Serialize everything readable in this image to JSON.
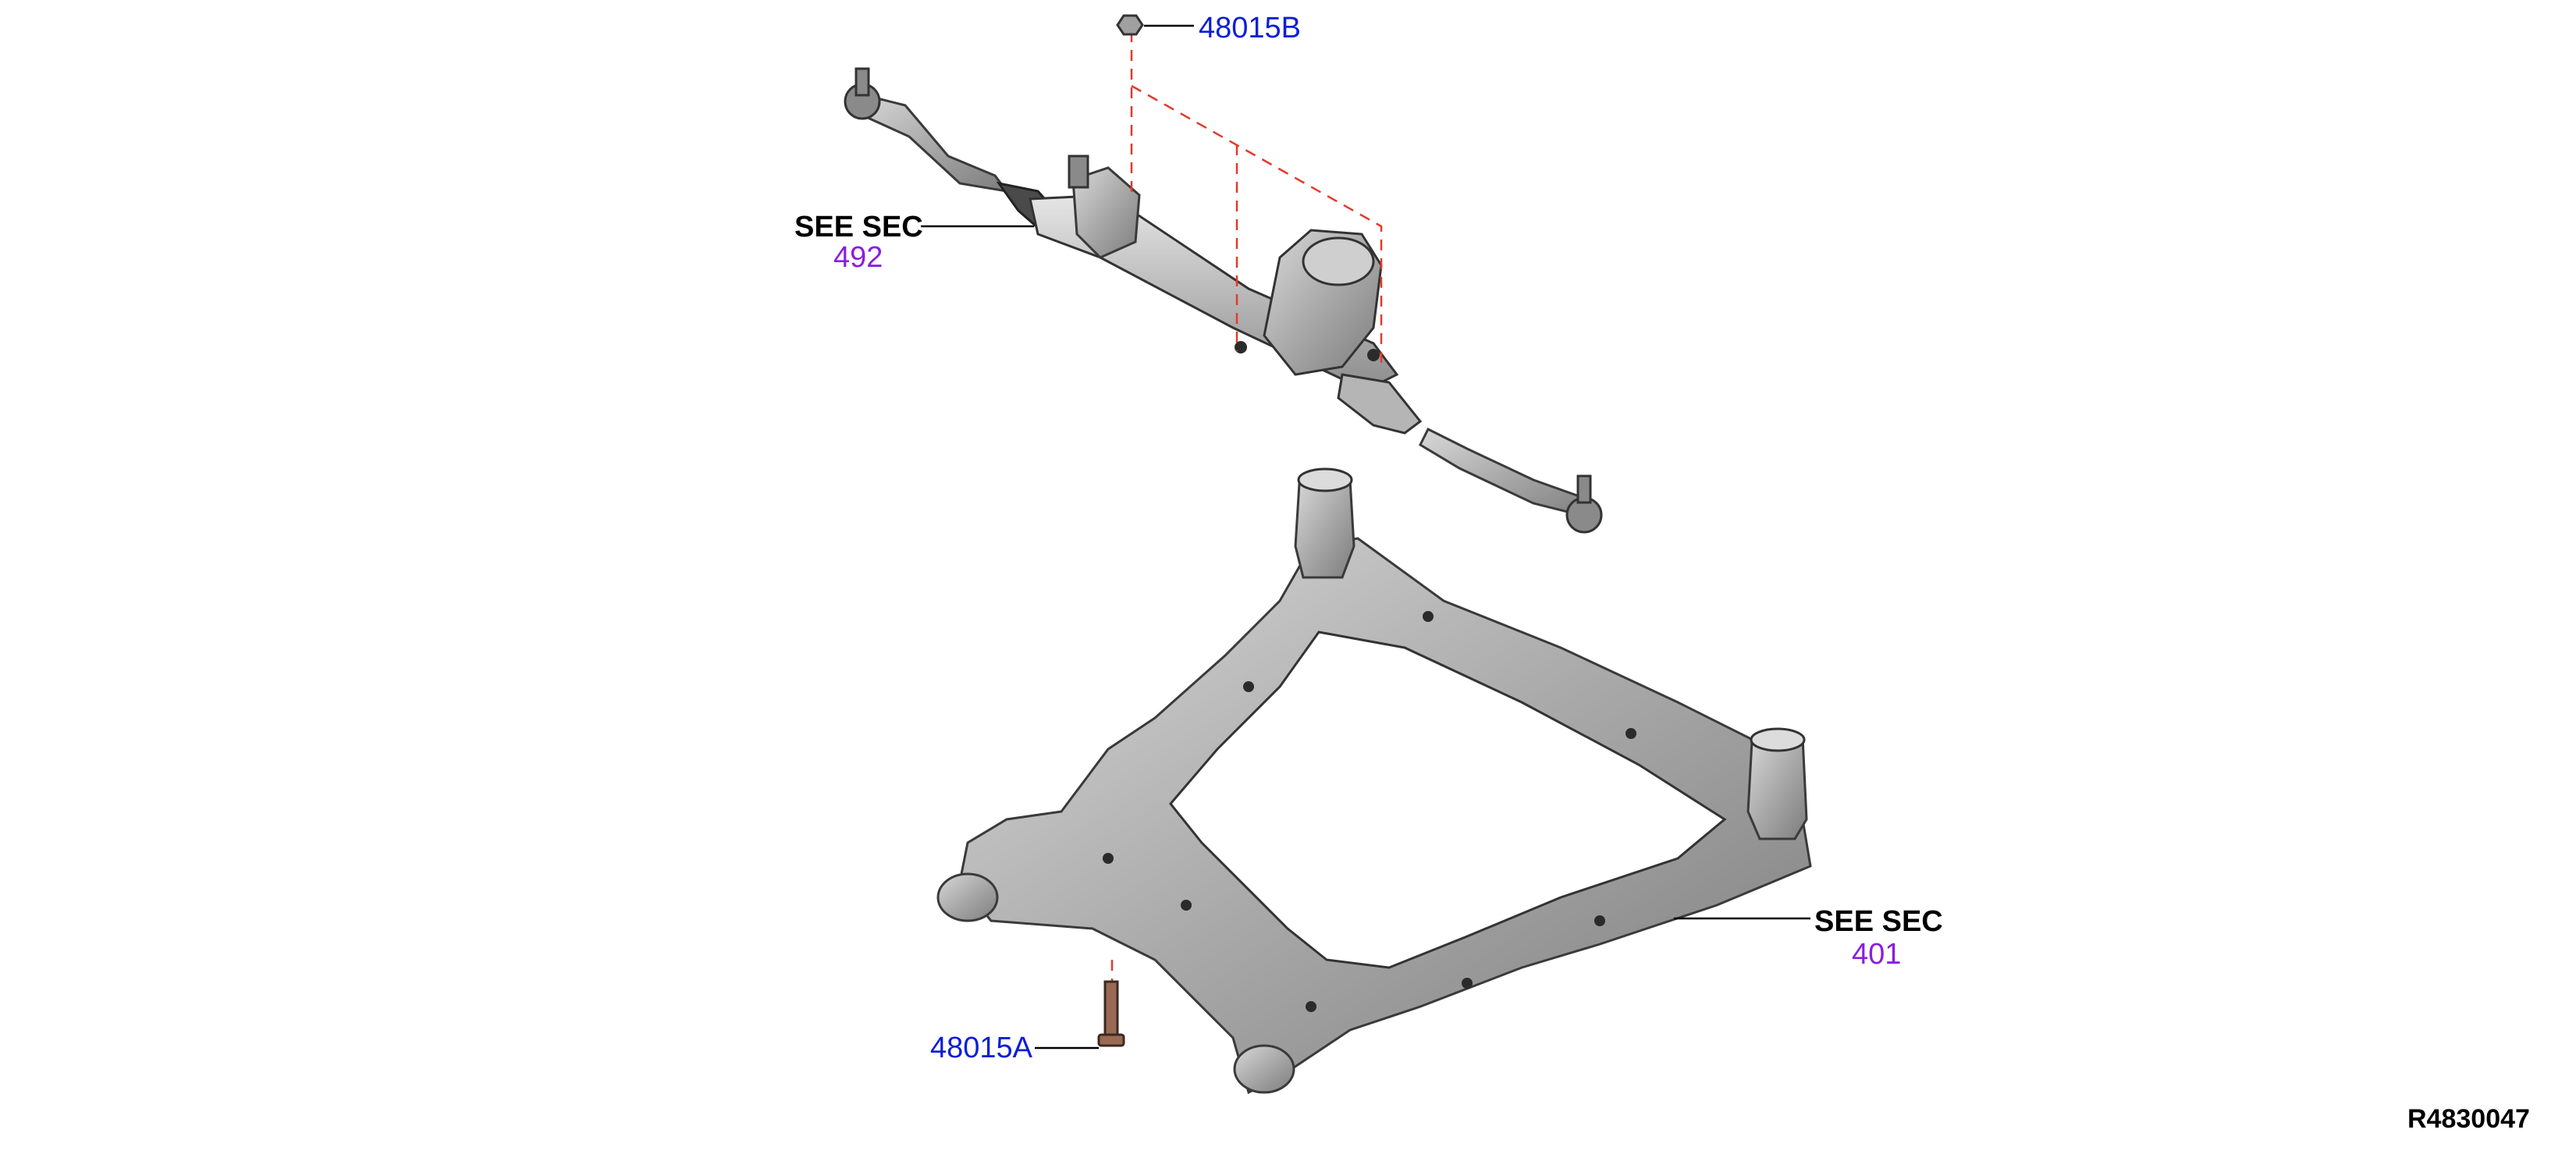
{
  "callouts": {
    "part_48015B": "48015B",
    "part_48015A": "48015A",
    "see_sec_steering_label": "SEE SEC",
    "see_sec_steering_number": "492",
    "see_sec_member_label": "SEE SEC",
    "see_sec_member_number": "401"
  },
  "diagram_reference": "R4830047",
  "colors": {
    "part_link": "#0b1fd6",
    "section_link": "#8a1fdc",
    "leader_dash": "#e23a2a"
  }
}
